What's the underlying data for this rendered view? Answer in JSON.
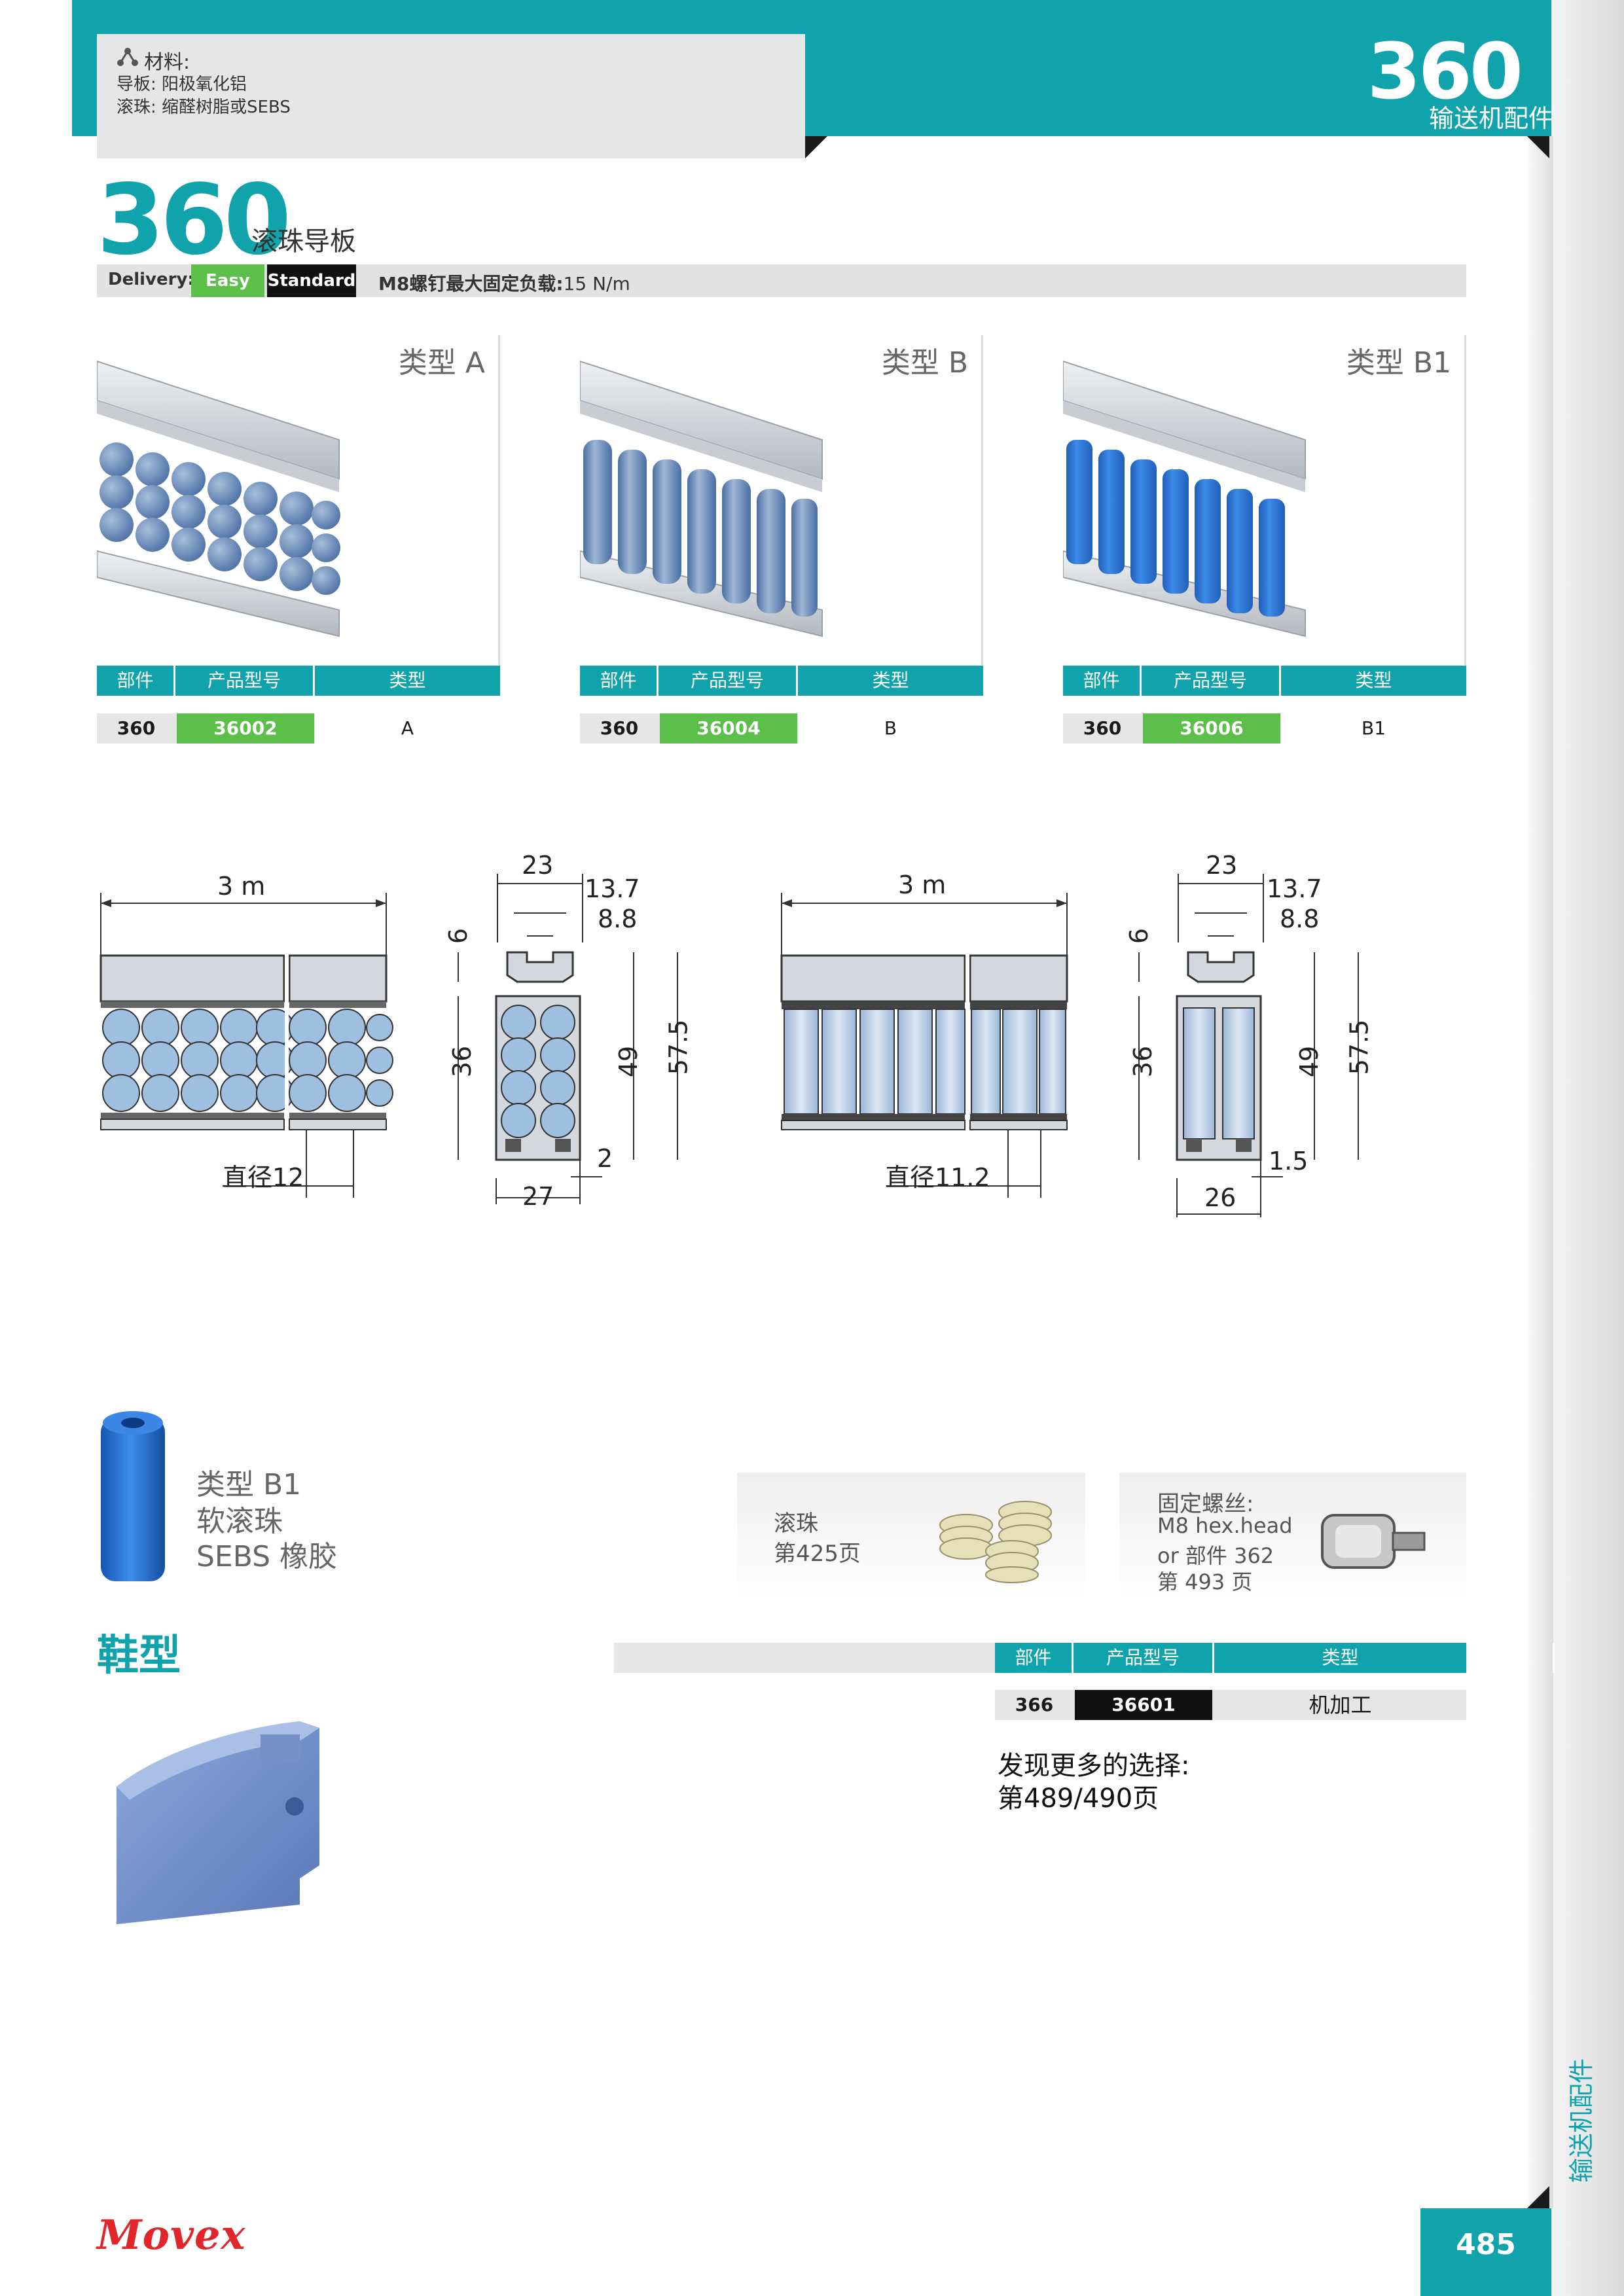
{
  "header": {
    "materials_title": "材料:",
    "materials_line1": "导板: 阳极氧化铝",
    "materials_line2": "滚珠: 缩醛树脂或SEBS",
    "number": "360",
    "subtitle": "输送机配件"
  },
  "title": {
    "number": "360",
    "name": "滚珠导板"
  },
  "delivery": {
    "label": "Delivery:",
    "easy": "Easy",
    "standard": "Standard",
    "load_label": "M8螺钉最大固定负载:",
    "load_value": "15 N/m"
  },
  "table_headers": {
    "part": "部件",
    "code": "产品型号",
    "type": "类型"
  },
  "cards": [
    {
      "label": "类型 A",
      "part": "360",
      "code": "36002",
      "type": "A"
    },
    {
      "label": "类型 B",
      "part": "360",
      "code": "36004",
      "type": "B"
    },
    {
      "label": "类型 B1",
      "part": "360",
      "code": "36006",
      "type": "B1"
    }
  ],
  "drawing_a": {
    "length": "3 m",
    "diameter": "直径12",
    "w23": "23",
    "w137": "13.7",
    "w88": "8.8",
    "h6": "6",
    "h36": "36",
    "h49": "49",
    "h575": "57.5",
    "w2": "2",
    "w27": "27"
  },
  "drawing_b": {
    "length": "3 m",
    "diameter": "直径11.2",
    "w23": "23",
    "w137": "13.7",
    "w88": "8.8",
    "h6": "6",
    "h36": "36",
    "h49": "49",
    "h575": "57.5",
    "w15": "1.5",
    "w26": "26"
  },
  "roller_b1": {
    "line1": "类型 B1",
    "line2": "软滚珠",
    "line3": "SEBS 橡胶"
  },
  "shoe": {
    "title": "鞋型"
  },
  "promo_balls": {
    "line1": "滚珠",
    "line2": "第425页"
  },
  "promo_screw": {
    "line1": "固定螺丝:",
    "line2": "M8 hex.head",
    "line3": "or 部件 362",
    "line4": "第 493 页"
  },
  "shoe_table": {
    "part": "366",
    "code": "36601",
    "type": "机加工"
  },
  "find_more": {
    "line1": "发现更多的选择:",
    "line2": "第489/490页"
  },
  "footer": {
    "brand": "Movex",
    "side_label": "输送机配件",
    "page": "485"
  },
  "colors": {
    "teal": "#10a3ab",
    "green": "#5cbf4a",
    "blue": "#5b82b8",
    "red": "#e0262b"
  }
}
